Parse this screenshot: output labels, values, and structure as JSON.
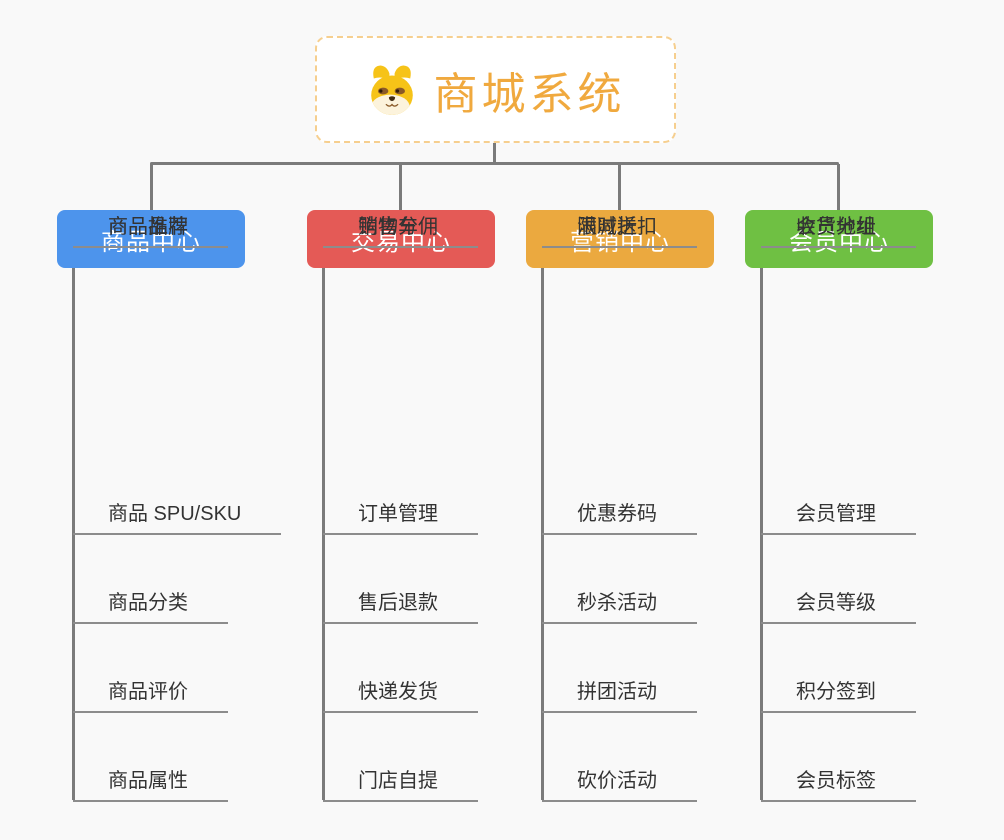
{
  "root": {
    "title": "商城系统",
    "icon": "dog-icon",
    "title_color": "#F0A93E",
    "border_color": "#F6CF8F"
  },
  "connector_color": "#7B7B7B",
  "underline_color": "#8C8C8C",
  "background_color": "#F9F9F9",
  "branches": [
    {
      "label": "商品中心",
      "color": "#4D94EC",
      "items": [
        "商品 SPU/SKU",
        "商品分类",
        "商品评价",
        "商品属性",
        "商品推荐",
        "商品品牌"
      ]
    },
    {
      "label": "交易中心",
      "color": "#E45A56",
      "items": [
        "订单管理",
        "售后退款",
        "快递发货",
        "门店自提",
        "购物车",
        "销售分佣"
      ]
    },
    {
      "label": "营销中心",
      "color": "#EBA93F",
      "items": [
        "优惠券码",
        "秒杀活动",
        "拼团活动",
        "砍价活动",
        "限时折扣",
        "满减送"
      ]
    },
    {
      "label": "会员中心",
      "color": "#6FC043",
      "items": [
        "会员管理",
        "会员等级",
        "积分签到",
        "会员标签",
        "会员分组",
        "收货地址"
      ]
    }
  ]
}
